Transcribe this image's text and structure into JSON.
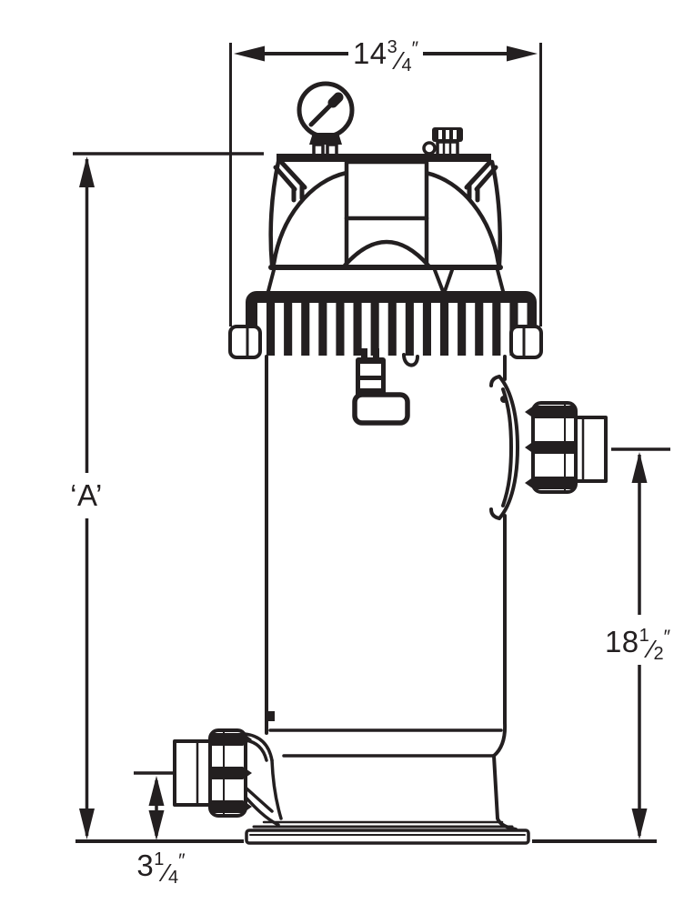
{
  "ink": "#231f20",
  "background": "#ffffff",
  "dimensions": {
    "top_width": {
      "whole": "14",
      "num": "3",
      "slash": "⁄",
      "den": "4",
      "unit": "″"
    },
    "overall_height": {
      "text": "‘A’"
    },
    "outlet_height": {
      "whole": "18",
      "num": "1",
      "slash": "⁄",
      "den": "2",
      "unit": "″"
    },
    "inlet_height": {
      "whole": "3",
      "num": "1",
      "slash": "⁄",
      "den": "4",
      "unit": "″"
    }
  }
}
